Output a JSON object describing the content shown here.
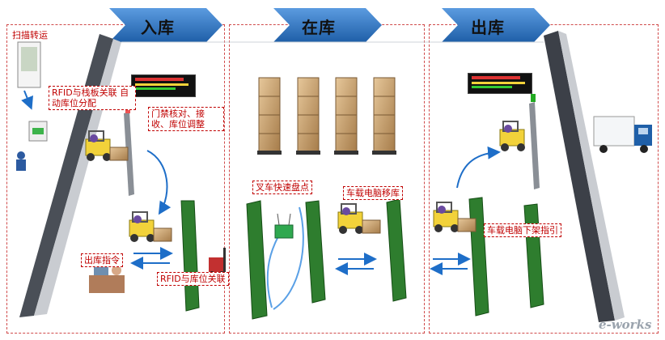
{
  "stages": {
    "inbound": "入库",
    "instock": "在库",
    "outbound": "出库"
  },
  "labels": {
    "scan_transfer": "扫描转运",
    "rfid_pallet": "RFID与栈板关联 自动库位分配",
    "gate_check": "门禁核对、接收、库位调整",
    "outbound_instruction": "出库指令",
    "rfid_location": "RFID与库位关联",
    "forklift_inventory": "叉车快速盘点",
    "vehicle_pc_move": "车载电脑移库",
    "vehicle_pc_guide": "车载电脑下架指引"
  },
  "watermark": "e-works",
  "colors": {
    "chevron": "#1f5fa8",
    "label_red": "#c00000",
    "rack_green": "#2e7d2e",
    "arrow_blue": "#1e6ec8",
    "truck_blue": "#1f5fa8"
  }
}
